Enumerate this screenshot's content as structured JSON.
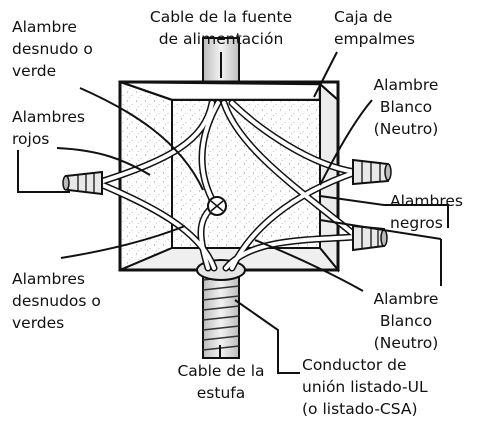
{
  "labels": {
    "supply_cable": [
      "Cable de la fuente",
      "de alimentación"
    ],
    "junction_box": [
      "Caja de",
      "empalmes"
    ],
    "bare_green_top": [
      "Alambre",
      "desnudo o",
      "verde"
    ],
    "red_wires": [
      "Alambres",
      "rojos"
    ],
    "white_neutral_top": [
      "Alambre",
      "Blanco",
      "(Neutro)"
    ],
    "black_wires": [
      "Alambres",
      "negros"
    ],
    "bare_green_bottom": [
      "Alambres",
      "desnudos o",
      "verdes"
    ],
    "white_neutral_bottom": [
      "Alambre",
      "Blanco",
      "(Neutro)"
    ],
    "stove_cable": [
      "Cable de la",
      "estufa"
    ],
    "bonding_conductor": [
      "Conductor de",
      "unión listado-UL",
      "(o listado-CSA)"
    ]
  },
  "colors": {
    "ink": "#111111",
    "paper": "#ffffff",
    "shade": "#d9d9d9"
  }
}
